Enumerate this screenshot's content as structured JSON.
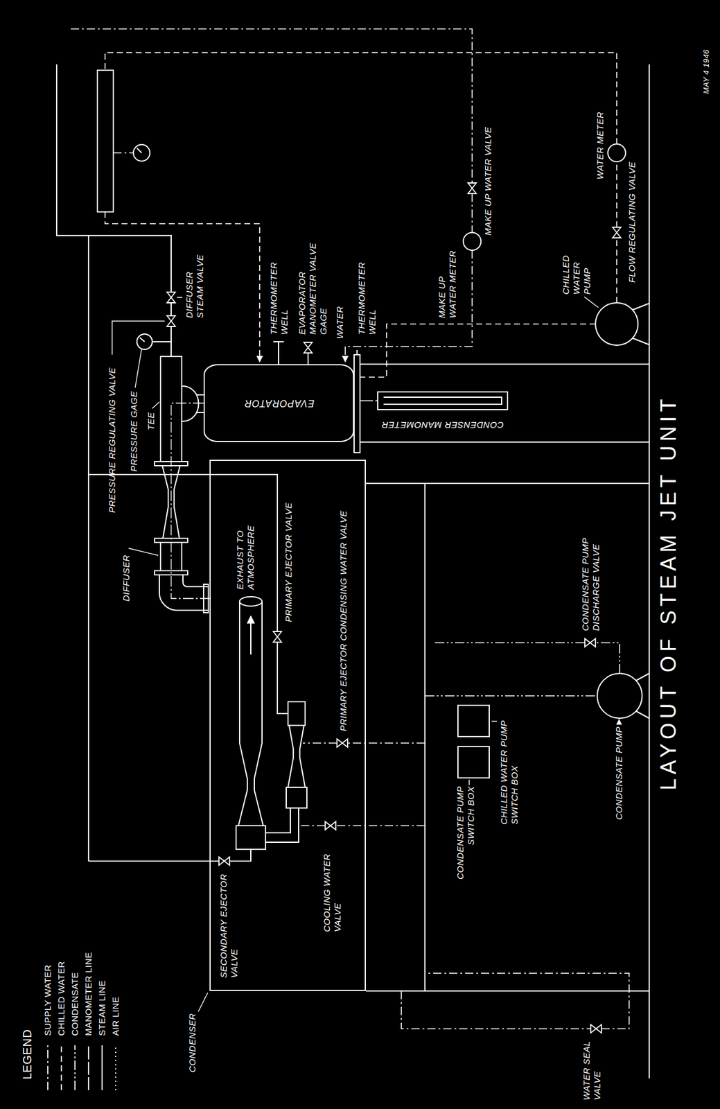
{
  "diagram": {
    "title": "LAYOUT OF STEAM JET UNIT",
    "nodes": [
      {
        "text": [
          "CONDENSER"
        ]
      },
      {
        "text": [
          "EVAPORATOR"
        ]
      },
      {
        "text": [
          "CONDENSATE PUMP SWITCH BOX"
        ]
      },
      {
        "text": [
          "CHILLED WATER PUMP SWITCH BOX"
        ]
      }
    ],
    "edges": [
      {
        "from": 1,
        "to": 0,
        "arrow": "none"
      }
    ],
    "labels": [
      "LEGEND",
      "DIFFUSER",
      "PRESSURE REGULATING VALVE",
      "PRESSURE GAGE",
      "TEE",
      "DIFFUSER STEAM VALVE",
      "THERMOMETER WELL",
      "EVAPORATOR MANOMETER VALVE GAGE",
      "WATER",
      "THERMOMETER WELL",
      "EXHAUST TO ATMOSPHERE",
      "PRIMARY EJECTOR VALVE",
      "PRIMARY EJECTOR CONDENSING WATER VALVE",
      "SECONDARY EJECTOR VALVE",
      "COOLING WATER VALVE",
      "CONDENSER MANOMETER",
      "WATER SEAL VALVE",
      "CONDENSATE PUMP",
      "CONDENSATE PUMP DISCHARGE VALVE",
      "MAKE UP WATER METER",
      "MAKE UP WATER VALVE",
      "CHILLED WATER PUMP",
      "WATER METER",
      "FLOW REGULATING VALVE",
      "MAY 4 1946"
    ],
    "legend": [
      {
        "text": "SUPPLY WATER"
      },
      {
        "text": "CHILLED WATER"
      },
      {
        "text": "CONDENSATE"
      },
      {
        "text": "MANOMETER LINE"
      },
      {
        "text": "STEAM LINE"
      },
      {
        "text": "AIR LINE"
      }
    ]
  }
}
